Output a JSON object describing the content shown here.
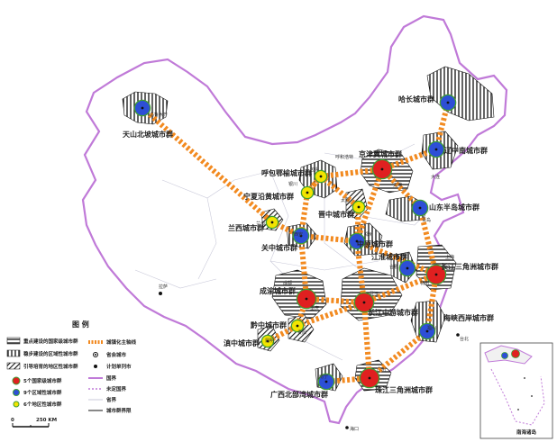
{
  "legend": {
    "title": "图    例",
    "items": [
      "重点建设的国家级城市群",
      "稳步建设的区域性城市群",
      "引导培育的地区性城市群",
      "5个国家级城市群",
      "9个区域性城市群",
      "6个地区性城市群",
      "城镇化主轴线",
      "省会城市",
      "计划单列市",
      "国界",
      "未定国界",
      "省界",
      "城市群界限"
    ],
    "scale_zero": "0",
    "scale_distance": "250 KM"
  },
  "inset_label": "南海诸岛",
  "clusters": [
    {
      "id": "tianshan",
      "label": "天山北坡城市群",
      "tier": "regional"
    },
    {
      "id": "hachang",
      "label": "哈长城市群",
      "tier": "regional"
    },
    {
      "id": "liaozhongnan",
      "label": "辽中南城市群",
      "tier": "regional"
    },
    {
      "id": "jingjinji",
      "label": "京津冀城市群",
      "tier": "national"
    },
    {
      "id": "huhebaoeyu",
      "label": "呼包鄂榆城市群",
      "tier": "local"
    },
    {
      "id": "ningxia",
      "label": "宁夏沿黄城市群",
      "tier": "local"
    },
    {
      "id": "jinzhong",
      "label": "晋中城市群",
      "tier": "local"
    },
    {
      "id": "shandong",
      "label": "山东半岛城市群",
      "tier": "regional"
    },
    {
      "id": "lanxi",
      "label": "兰西城市群",
      "tier": "local"
    },
    {
      "id": "guanzhong",
      "label": "关中城市群",
      "tier": "regional"
    },
    {
      "id": "zhongyuan",
      "label": "中原城市群",
      "tier": "regional"
    },
    {
      "id": "jianghuai",
      "label": "江淮城市群",
      "tier": "regional"
    },
    {
      "id": "changsanjiao",
      "label": "长江三角洲城市群",
      "tier": "national"
    },
    {
      "id": "chengyu",
      "label": "成渝城市群",
      "tier": "national"
    },
    {
      "id": "changjiangzhongyou",
      "label": "长江中游城市群",
      "tier": "national"
    },
    {
      "id": "qianzhong",
      "label": "黔中城市群",
      "tier": "local"
    },
    {
      "id": "haixi",
      "label": "海峡西岸城市群",
      "tier": "regional"
    },
    {
      "id": "dianzhong",
      "label": "滇中城市群",
      "tier": "local"
    },
    {
      "id": "beibuwan",
      "label": "广西北部湾城市群",
      "tier": "regional"
    },
    {
      "id": "zhusanjiao",
      "label": "珠江三角洲城市群",
      "tier": "national"
    }
  ],
  "city_labels": {
    "wulumuqi": "乌鲁木齐",
    "huhehaote": "呼和浩特",
    "baotou": "包头",
    "yinchuan": "银川",
    "taiyuan": "太原",
    "tianjin": "天津",
    "dalian": "大连",
    "qingdao": "青岛",
    "lanzhou": "兰州",
    "xian": "西安",
    "zhengzhou": "郑州",
    "hefei": "合肥",
    "shanghai": "上海",
    "hangzhou": "杭州",
    "chengdu": "成都",
    "chongqing": "重庆",
    "wuhan": "武汉",
    "guiyang": "贵阳",
    "kunming": "昆明",
    "fuzhou": "福州",
    "nanning": "南宁",
    "guangzhou": "广州",
    "lasa": "拉萨",
    "haikou": "海口",
    "taibei": "台北"
  },
  "colors": {
    "national": "#e02020",
    "regional": "#2d4fd6",
    "local": "#f2e400",
    "axis": "#f28a20",
    "border": "#c07ad8",
    "outline": "#3f9e34"
  }
}
